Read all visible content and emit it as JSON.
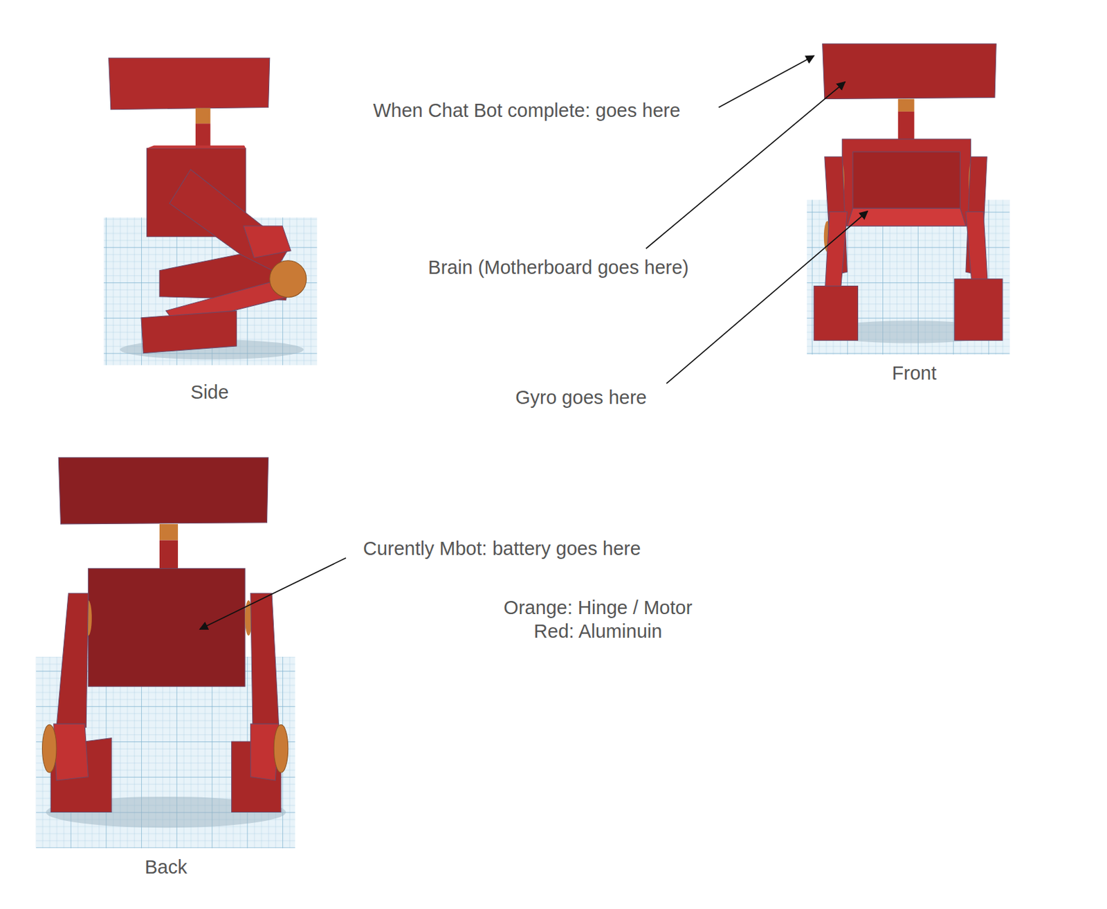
{
  "diagram": {
    "labels": [
      "When Chat Bot complete: goes here",
      "Brain (Motherboard goes here)",
      "Side",
      "Front",
      "Gyro goes here",
      "Curently Mbot: battery goes here",
      "Orange: Hinge / Motor",
      "Red: Aluminuin",
      "Back"
    ]
  }
}
